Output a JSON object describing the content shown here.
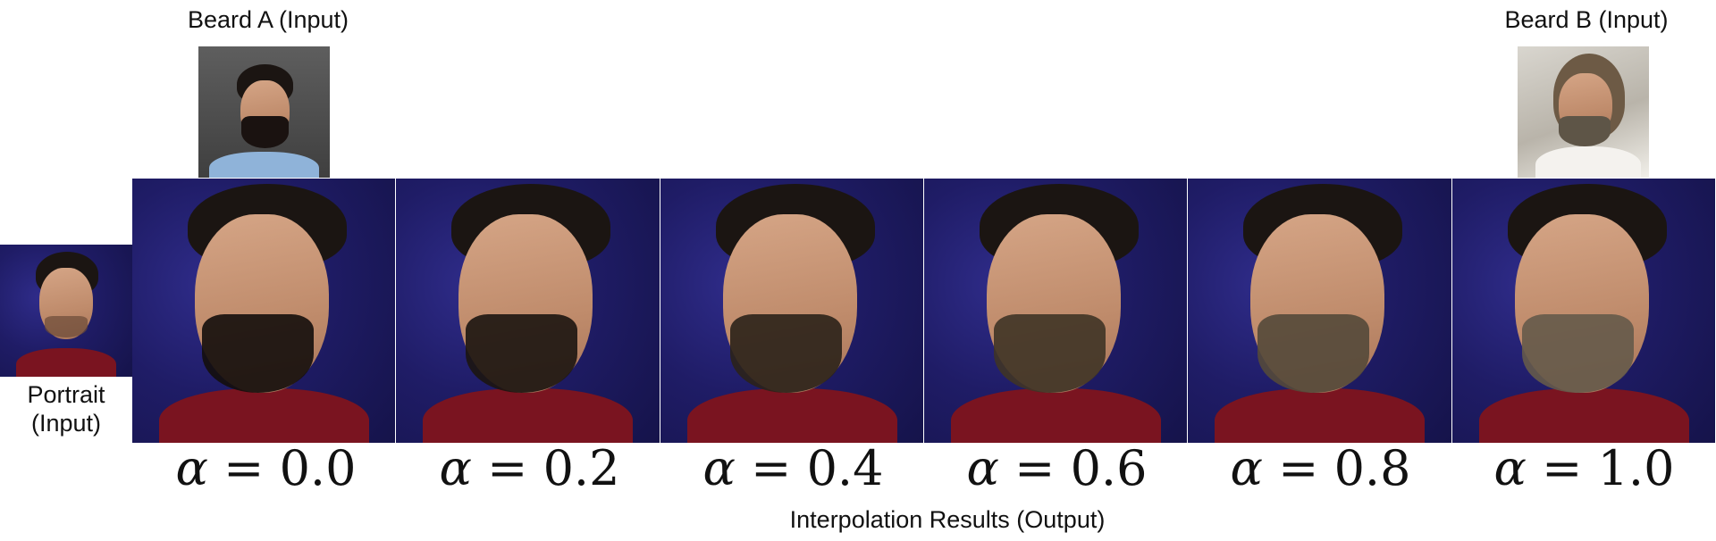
{
  "labels": {
    "beard_a": "Beard A (Input)",
    "beard_b": "Beard B (Input)",
    "portrait_line1": "Portrait",
    "portrait_line2": "(Input)",
    "output": "Interpolation Results (Output)"
  },
  "alpha_symbol": "α",
  "alpha_equals": " = ",
  "results": [
    {
      "alpha": "0.0",
      "beard_color": "#140e0c"
    },
    {
      "alpha": "0.2",
      "beard_color": "#1c1511"
    },
    {
      "alpha": "0.4",
      "beard_color": "#2b2219"
    },
    {
      "alpha": "0.6",
      "beard_color": "#3f3426"
    },
    {
      "alpha": "0.8",
      "beard_color": "#54493a"
    },
    {
      "alpha": "1.0",
      "beard_color": "#655a4a"
    }
  ],
  "colors": {
    "background": "#ffffff",
    "backdrop_navy": "#1f1c66",
    "sweater": "#7a1420"
  }
}
